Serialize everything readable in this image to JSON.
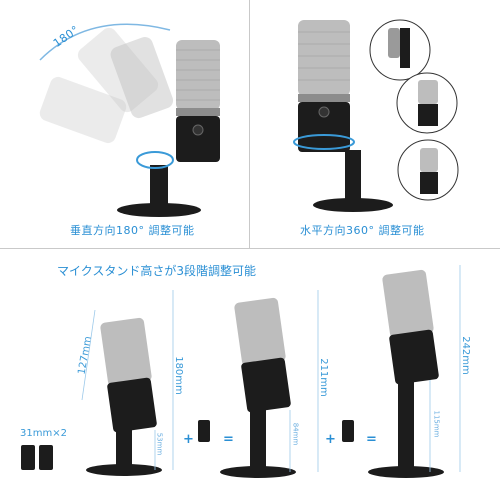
{
  "top_left": {
    "rotation_label": "180°",
    "caption": "垂直方向180° 調整可能"
  },
  "top_right": {
    "caption": "水平方向360° 調整可能"
  },
  "bottom": {
    "title": "マイクスタンド高さが3段階調整可能",
    "adapter_label": "31mm×2",
    "plus_1": "+",
    "equals_1": "=",
    "plus_2": "+",
    "equals_2": "=",
    "mic1": {
      "head_dim": "127mm",
      "total_dim": "180mm",
      "stand_dim": "53mm"
    },
    "mic2": {
      "total_dim": "211mm",
      "stand_dim": "84mm"
    },
    "mic3": {
      "total_dim": "242mm",
      "stand_dim": "115mm"
    }
  },
  "colors": {
    "accent": "#2a8fd4",
    "mic_body": "#1a1a1a",
    "mic_grille": "#bdbdbd",
    "mic_ring": "#9a9a9a"
  }
}
